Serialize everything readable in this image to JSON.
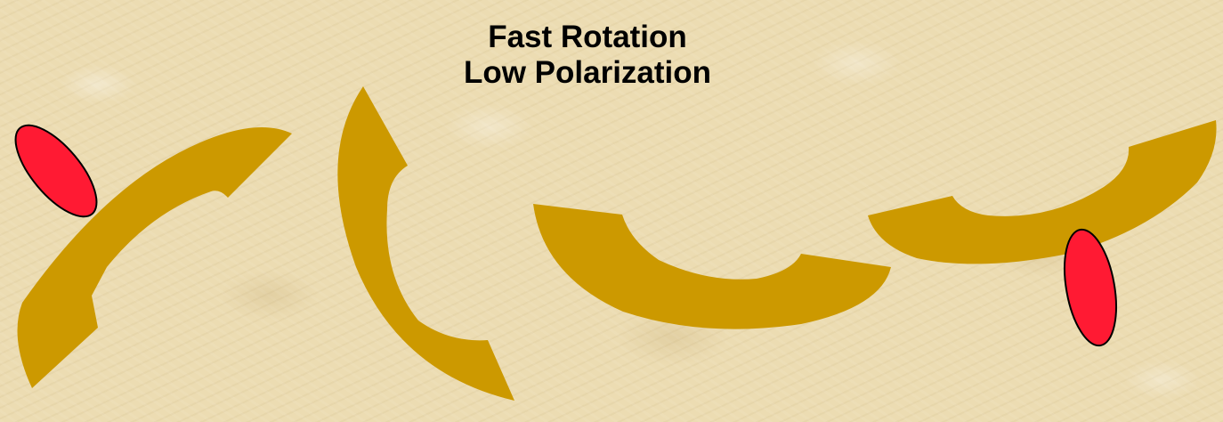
{
  "title": {
    "line1": "Fast Rotation",
    "line2": "Low Polarization"
  },
  "colors": {
    "background": "#ecdcb2",
    "arc_fill": "#cc9900",
    "ellipse_fill": "#ff1a33",
    "ellipse_stroke": "#000000",
    "text": "#000000"
  },
  "shapes": {
    "arc_segments": 4,
    "ellipses": 2
  }
}
